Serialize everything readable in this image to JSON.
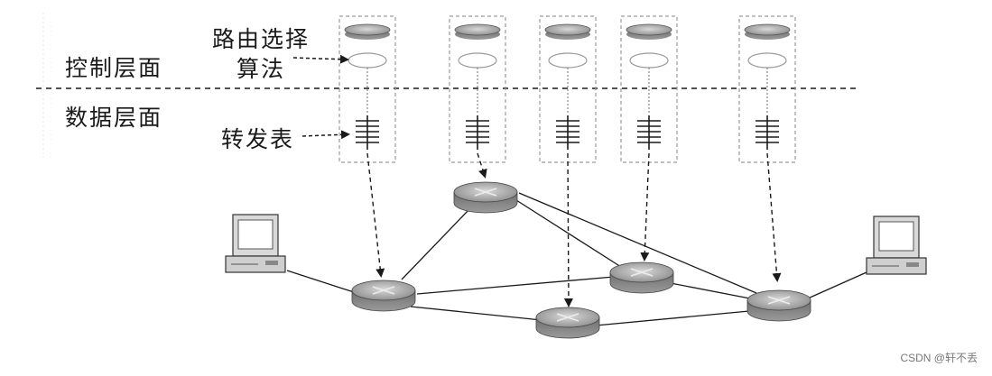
{
  "labels": {
    "control_plane": "控制层面",
    "data_plane": "数据层面",
    "routing_algorithm_line1": "路由选择",
    "routing_algorithm_line2": "算法",
    "forwarding_table": "转发表"
  },
  "watermark": "CSDN @轩不丢",
  "colors": {
    "line": "#1a1a1a",
    "box_border": "#9a9a9a",
    "router_fill": "#8a8a8a",
    "router_top": "#b8b8b8"
  },
  "icons": {
    "router": "router-icon",
    "host": "computer-icon",
    "table": "forwarding-table-icon",
    "algorithm": "routing-algorithm-icon"
  }
}
